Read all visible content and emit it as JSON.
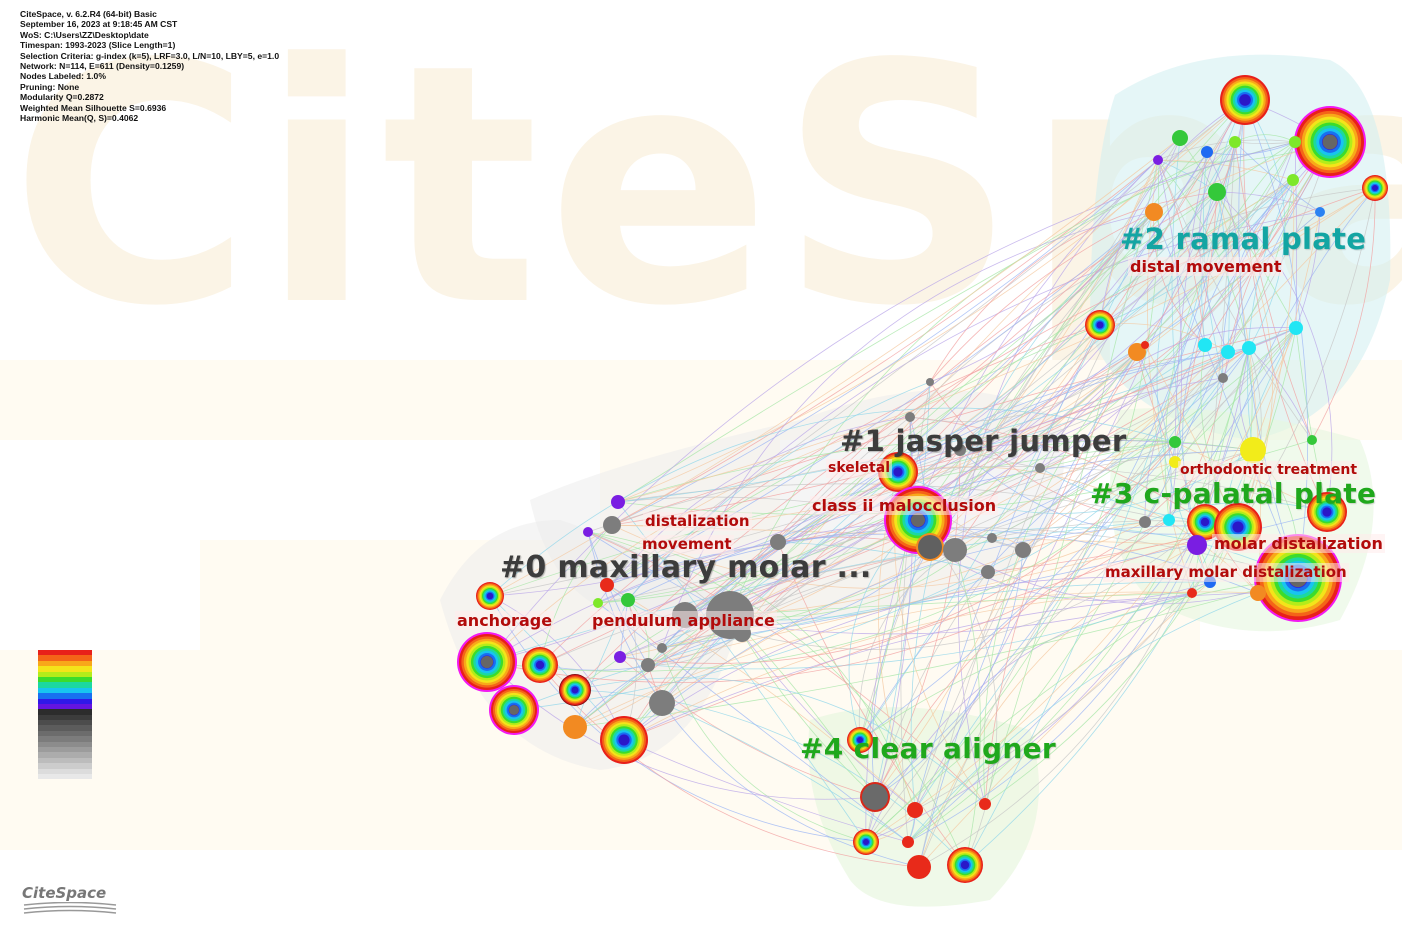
{
  "meta_lines": [
    "CiteSpace, v. 6.2.R4 (64-bit) Basic",
    "September 16, 2023 at 9:18:45 AM CST",
    "WoS: C:\\Users\\ZZ\\Desktop\\date",
    "Timespan: 1993-2023 (Slice Length=1)",
    "Selection Criteria: g-index (k=5), LRF=3.0, L/N=10, LBY=5, e=1.0",
    "Network: N=114, E=611 (Density=0.1259)",
    "Nodes Labeled: 1.0%",
    "Pruning: None",
    "Modularity Q=0.2872",
    "Weighted Mean Silhouette S=0.6936",
    "Harmonic Mean(Q, S)=0.4062"
  ],
  "clusters": [
    {
      "id": "c0",
      "label": "#0 maxillary molar ...",
      "color": "#3c3c3c"
    },
    {
      "id": "c1",
      "label": "#1 jasper jumper",
      "color": "#3c3c3c"
    },
    {
      "id": "c2",
      "label": "#2 ramal plate",
      "color": "#13a5a3"
    },
    {
      "id": "c3",
      "label": "#3 c-palatal plate",
      "color": "#1fa81c"
    },
    {
      "id": "c4",
      "label": "#4 clear aligner",
      "color": "#1fa81c"
    }
  ],
  "keywords": {
    "distal_movement": "distal movement",
    "orthodontic_treatment": "orthodontic treatment",
    "molar_distalization": "molar distalization",
    "maxillary_molar_distalization": "maxillary molar distalization",
    "skeletal": "skeletal",
    "class_ii_malocclusion": "class ii malocclusion",
    "distalization": "distalization",
    "movement": "movement",
    "anchorage": "anchorage",
    "pendulum_appliance": "pendulum appliance"
  },
  "legend": {
    "colors": [
      "#e8201a",
      "#f46418",
      "#f8a81a",
      "#f4e41a",
      "#b4ec1a",
      "#3cdc2c",
      "#1cd8a0",
      "#18c4f0",
      "#1870f0",
      "#3018e8",
      "#6414e0",
      "#2c2c2c",
      "#3c3c3c",
      "#4c4c4c",
      "#5c5c5c",
      "#6c6c6c",
      "#7c7c7c",
      "#8c8c8c",
      "#9c9c9c",
      "#acacac",
      "#bcbcbc",
      "#cccccc",
      "#dcdcdc",
      "#e8e8e8"
    ]
  },
  "logo": {
    "text": "CiteSpace"
  },
  "watermark": {
    "text": "CiteSpace"
  }
}
